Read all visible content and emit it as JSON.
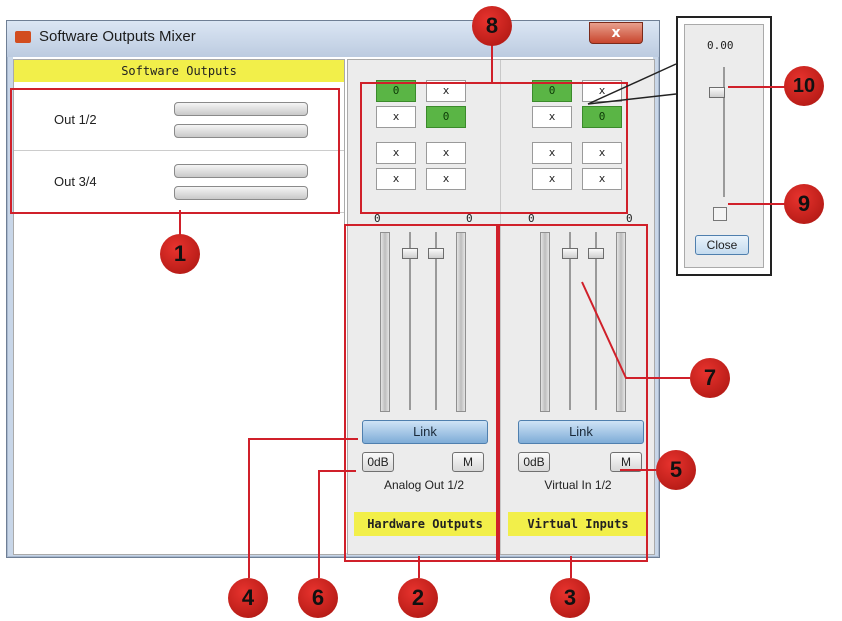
{
  "window": {
    "title": "Software Outputs Mixer",
    "close_label": "x"
  },
  "left_panel": {
    "header": "Software Outputs",
    "outputs": [
      {
        "label": "Out 1/2"
      },
      {
        "label": "Out 3/4"
      }
    ]
  },
  "matrix": {
    "left": [
      [
        "0",
        "x"
      ],
      [
        "x",
        "0"
      ],
      [
        "x",
        "x"
      ],
      [
        "x",
        "x"
      ]
    ],
    "right": [
      [
        "0",
        "x"
      ],
      [
        "x",
        "0"
      ],
      [
        "x",
        "x"
      ],
      [
        "x",
        "x"
      ]
    ]
  },
  "hardware_outputs": {
    "level_left": "0",
    "level_right": "0",
    "link_label": "Link",
    "zero_db_label": "0dB",
    "mute_label": "M",
    "channel_label": "Analog Out 1/2",
    "section_label": "Hardware Outputs"
  },
  "virtual_inputs": {
    "level_left": "0",
    "level_right": "0",
    "link_label": "Link",
    "zero_db_label": "0dB",
    "mute_label": "M",
    "channel_label": "Virtual In 1/2",
    "section_label": "Virtual Inputs"
  },
  "zoom": {
    "value": "0.00",
    "close_label": "Close"
  },
  "callouts": [
    "1",
    "2",
    "3",
    "4",
    "5",
    "6",
    "7",
    "8",
    "9",
    "10"
  ],
  "colors": {
    "highlight_green": "#5ab545",
    "label_yellow": "#f2ef4a",
    "callout_red": "#d0202a",
    "link_blue": "#7eacd7"
  }
}
